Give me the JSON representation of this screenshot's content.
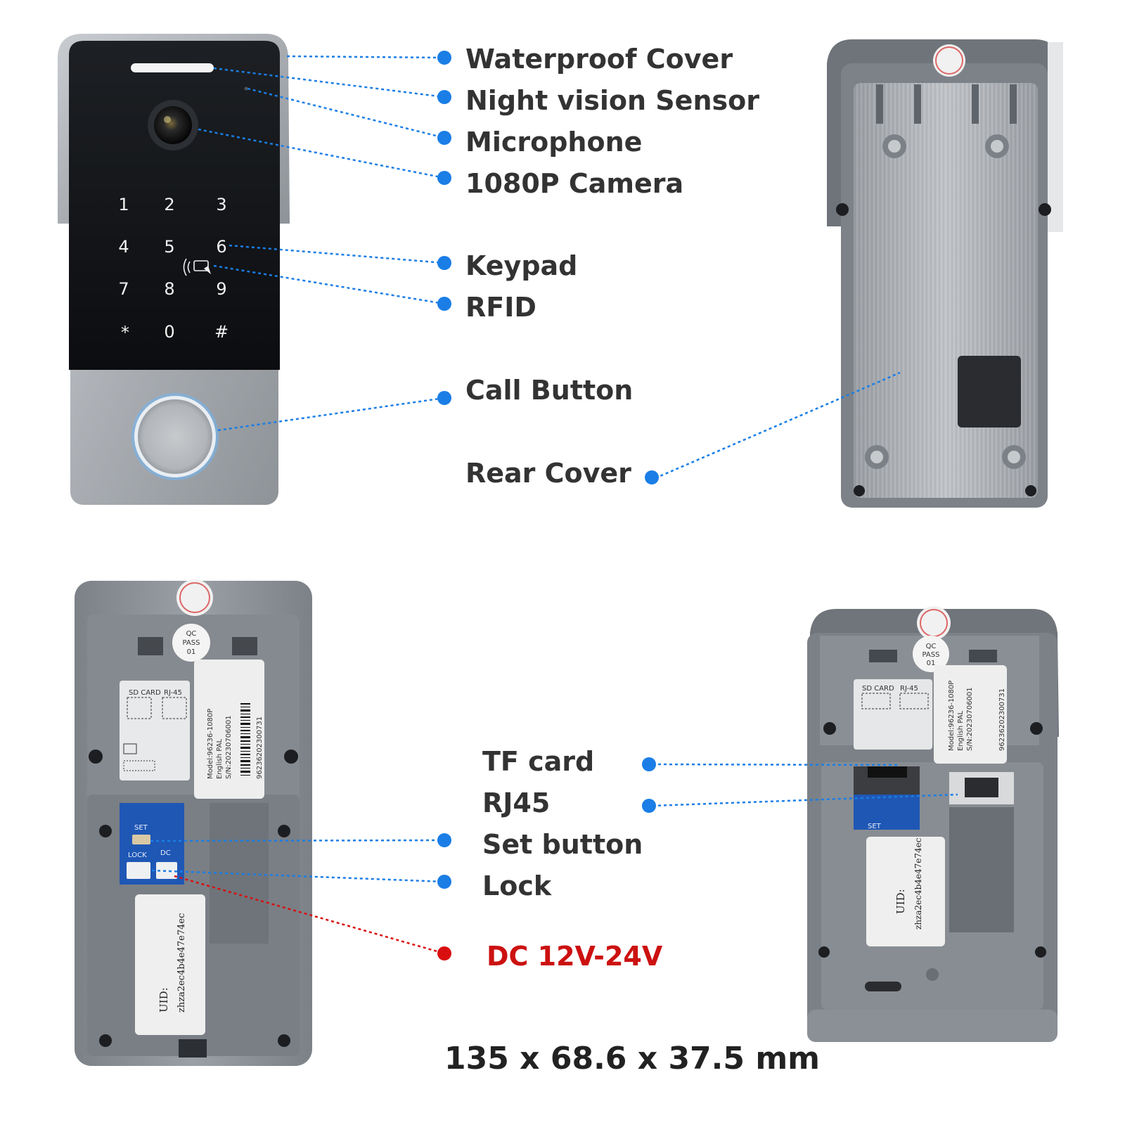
{
  "colors": {
    "accent_blue": "#1a7ee6",
    "alert_red": "#d90f0f",
    "label_text": "#333333",
    "panel_black": "#121417",
    "housing_gray": "#8f949a",
    "steel_plate": "#aeb2b6",
    "board_blue": "#1f57b5"
  },
  "front_unit": {
    "keypad_keys": [
      "1",
      "2",
      "3",
      "4",
      "5",
      "6",
      "7",
      "8",
      "9",
      "*",
      "0",
      "#"
    ],
    "rfid_icon": "rfid-card-icon",
    "call_button_icon": "call-button-ring-icon"
  },
  "callouts": {
    "waterproof_cover": "Waterproof Cover",
    "night_vision_sensor": "Night vision Sensor",
    "microphone": "Microphone",
    "camera": "1080P Camera",
    "keypad": "Keypad",
    "rfid": "RFID",
    "call_button": "Call Button",
    "rear_cover": "Rear Cover",
    "tf_card": "TF card",
    "rj45": "RJ45",
    "set_button": "Set button",
    "lock": "Lock",
    "dc_power": "DC 12V-24V"
  },
  "back_unit": {
    "qc_sticker": [
      "QC",
      "PASS",
      "01"
    ],
    "port_labels": {
      "sd_card": "SD CARD",
      "rj45": "RJ-45",
      "set": "SET",
      "lock": "LOCK",
      "dc": "DC"
    },
    "label_lines": [
      "Model:96236-1080P",
      "English PAL",
      "S/N:20230706001"
    ],
    "barcode_number": "96236202300731",
    "uid_title": "UID:",
    "uid_value": "zhza2ec4b4e47e74ec"
  },
  "dimensions": "135 x 68.6 x 37.5 mm"
}
